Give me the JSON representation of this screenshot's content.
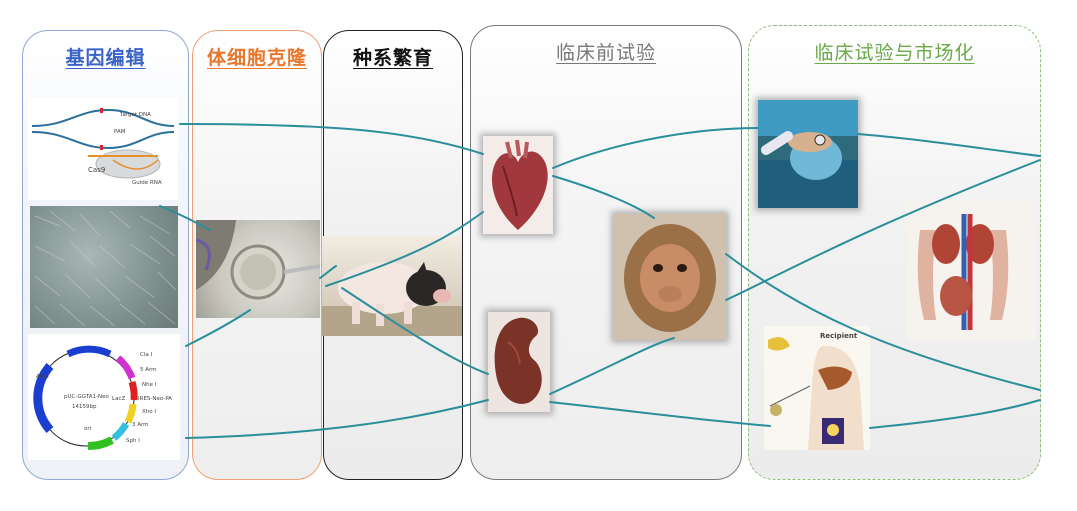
{
  "stages": [
    {
      "id": "edit",
      "title": "基因编辑"
    },
    {
      "id": "clone",
      "title": "体细胞克隆"
    },
    {
      "id": "breed",
      "title": "种系繁育"
    },
    {
      "id": "pre",
      "title": "临床前试验"
    },
    {
      "id": "clin",
      "title": "临床试验与市场化"
    }
  ],
  "crispr": {
    "target_label": "Target DNA",
    "pam_label": "PAM",
    "cas9_label": "Cas9",
    "guide_label": "Guide RNA"
  },
  "plasmid": {
    "name": "pUC-GGTA1-Neo",
    "size": "14159bp",
    "amp": "Amp",
    "ori": "ori",
    "lacz": "LacZ",
    "labels": [
      "Cla I",
      "5 Arm",
      "Nhe I",
      "IRES-Neo-PA",
      "Xho I",
      "3 Arm",
      "Sph I"
    ]
  },
  "transplant": {
    "recipient_label": "Recipient"
  },
  "colors": {
    "edit": "#3a63c8",
    "clone": "#e8782e",
    "breed": "#111111",
    "pre": "#777777",
    "clin": "#6aaa4a",
    "connector": "#2a8f9a"
  }
}
